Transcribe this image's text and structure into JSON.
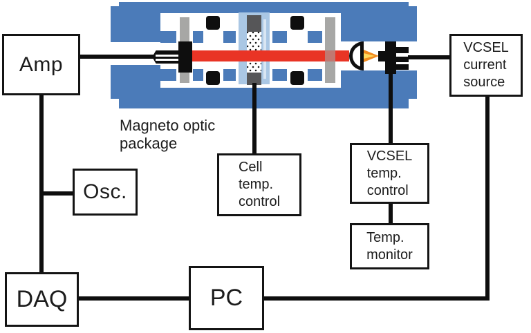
{
  "labels": {
    "package": "Magneto optic\npackage"
  },
  "boxes": {
    "amp": "Amp",
    "osc": "Osc.",
    "daq": "DAQ",
    "pc": "PC",
    "vcsel_current_source": "VCSEL\ncurrent\nsource",
    "cell_temp_control": "Cell\ntemp.\ncontrol",
    "vcsel_temp_control": "VCSEL\ntemp.\ncontrol",
    "temp_monitor": "Temp.\nmonitor"
  },
  "parts": {
    "housing": "magneto-optic-housing",
    "left_optic": "polarizer-bar-left",
    "right_optic": "polarizer-bar-right",
    "magnets": "field-coil-blocks",
    "cell": "vapor-cell",
    "photodetector": "photodetector",
    "lens": "collimating-lens",
    "laser": "vcsel-laser",
    "beam": "laser-beam"
  },
  "colors": {
    "housing_blue": "#4b7bb9",
    "cell_light_blue": "#aac7e4",
    "beam_red": "#e93425",
    "cone_orange": "#f28b1d",
    "cone_yellow": "#ffd95e",
    "optic_gray": "#a7a7a5",
    "cap_dark_gray": "#565658",
    "line_black": "#0e0e0e"
  }
}
